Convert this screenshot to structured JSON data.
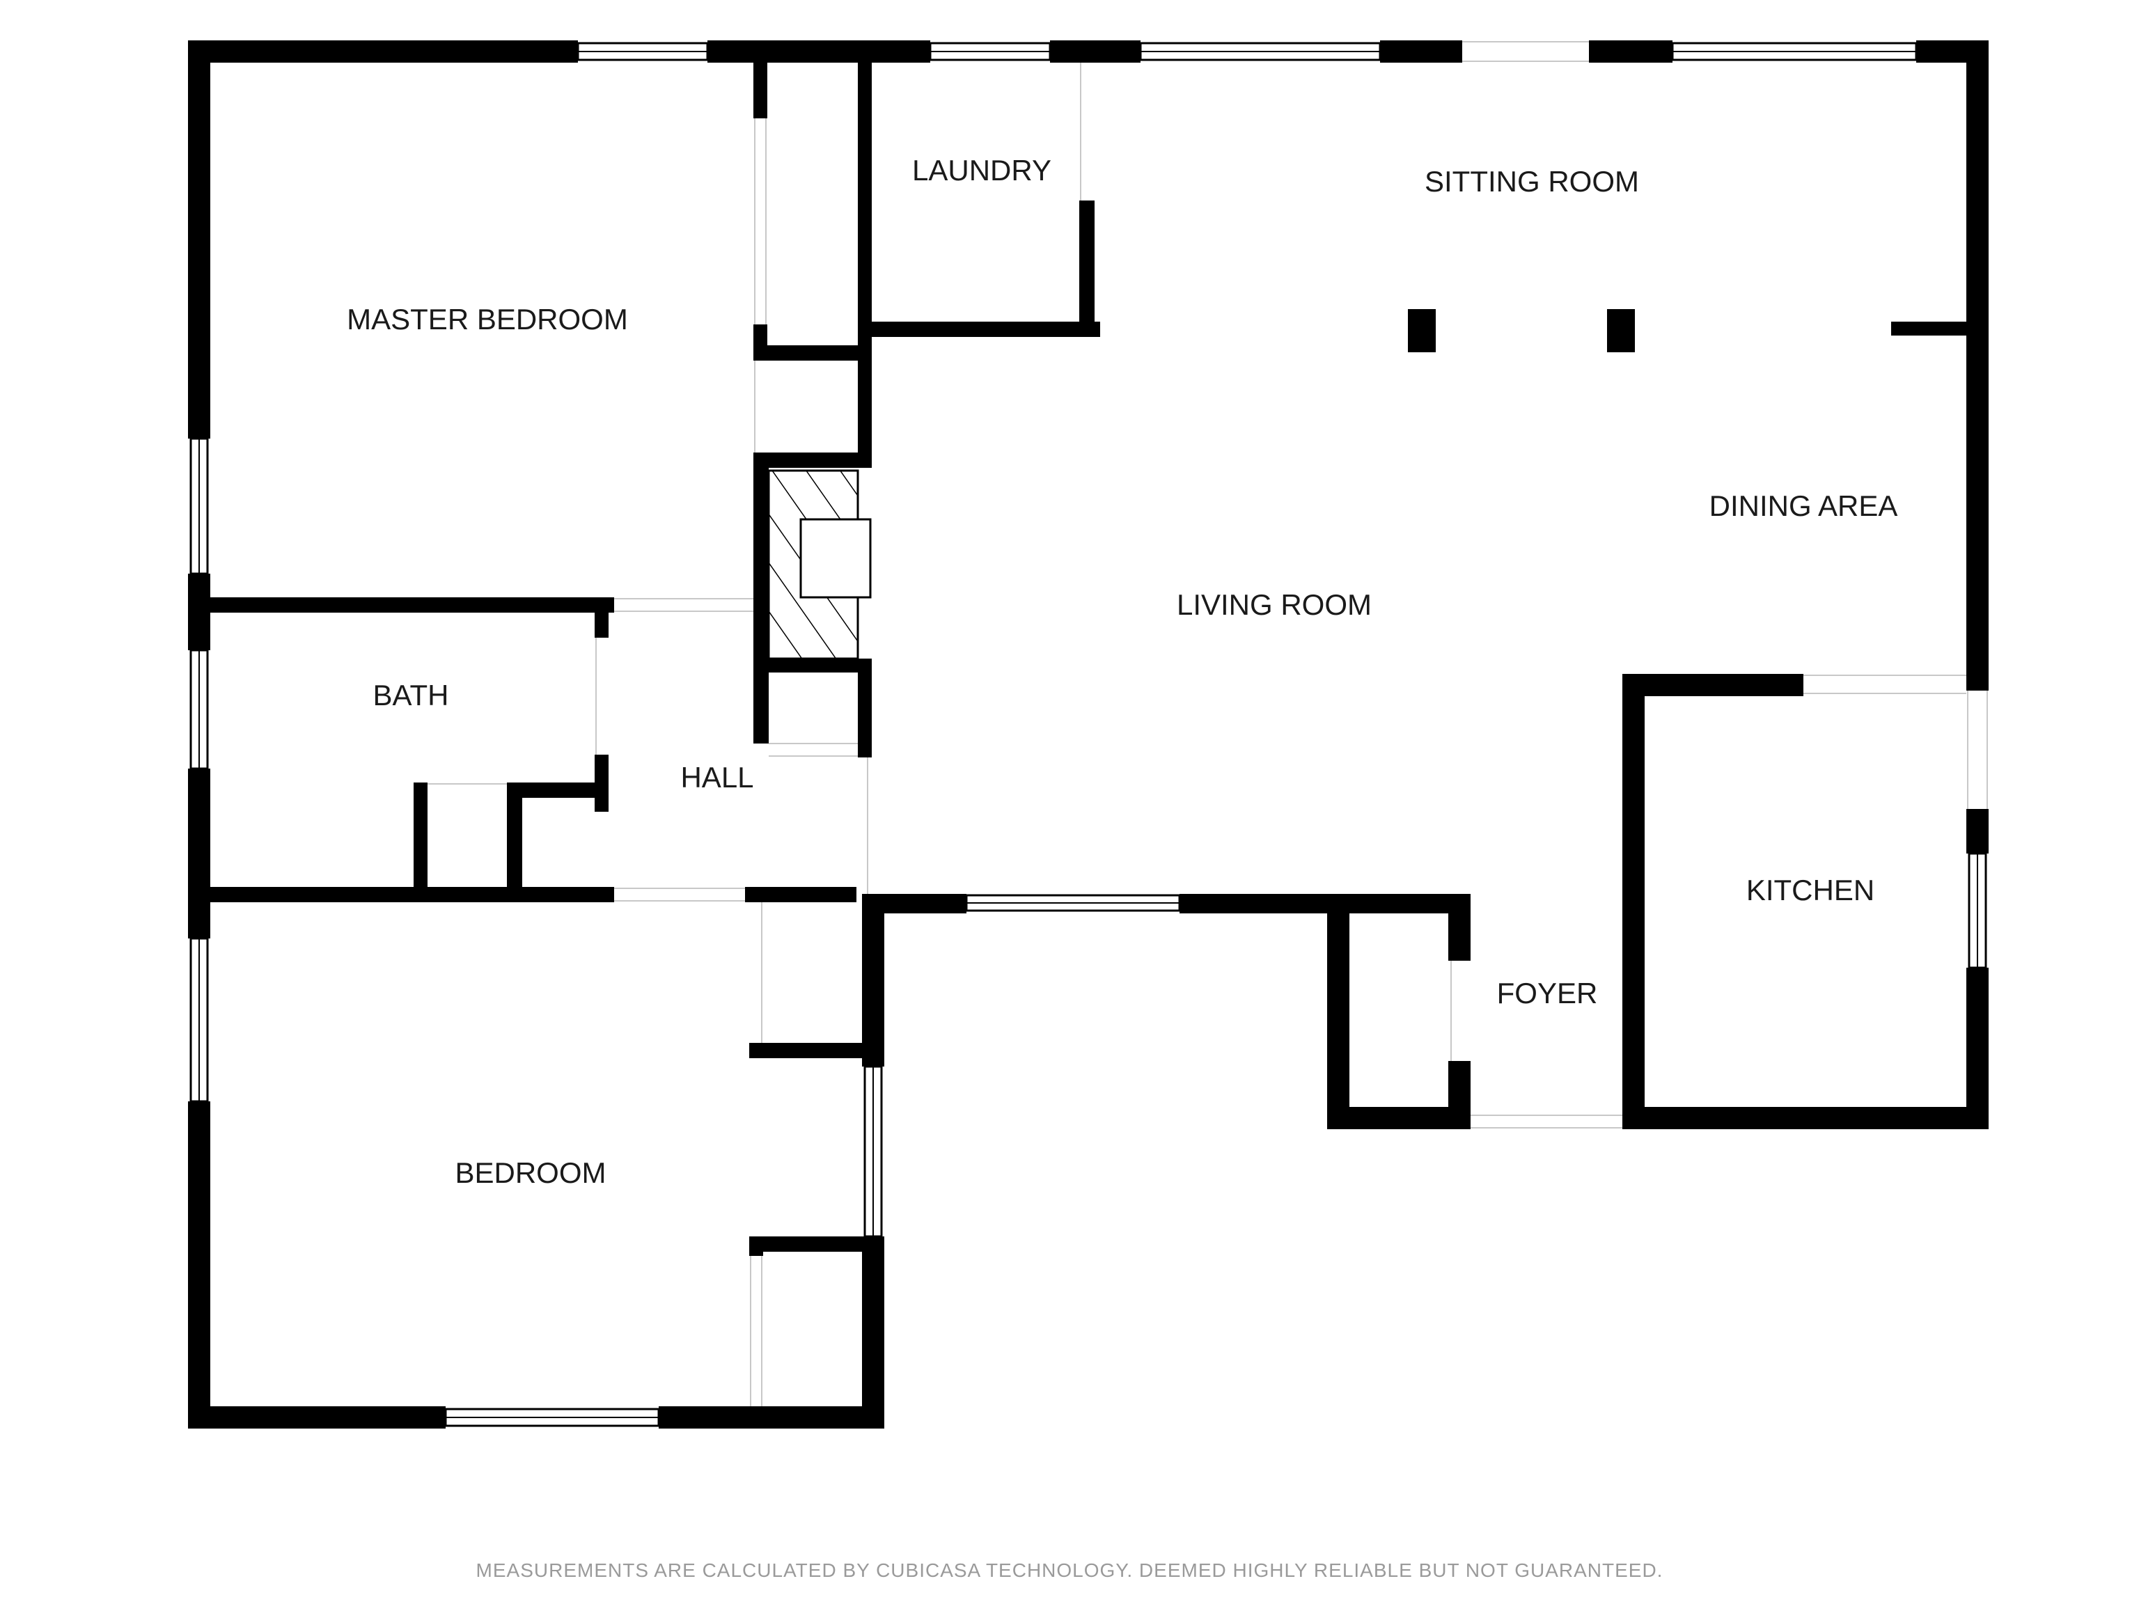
{
  "floorplan": {
    "rooms": {
      "master_bedroom": "MASTER BEDROOM",
      "laundry": "LAUNDRY",
      "sitting_room": "SITTING ROOM",
      "dining_area": "DINING AREA",
      "living_room": "LIVING ROOM",
      "bath": "BATH",
      "hall": "HALL",
      "kitchen": "KITCHEN",
      "foyer": "FOYER",
      "bedroom": "BEDROOM"
    },
    "colors": {
      "wall": "#000000",
      "background": "#ffffff",
      "disclaimer": "#9a9a9a"
    }
  },
  "footer": {
    "disclaimer": "MEASUREMENTS ARE CALCULATED BY CUBICASA TECHNOLOGY. DEEMED HIGHLY RELIABLE BUT NOT GUARANTEED."
  }
}
